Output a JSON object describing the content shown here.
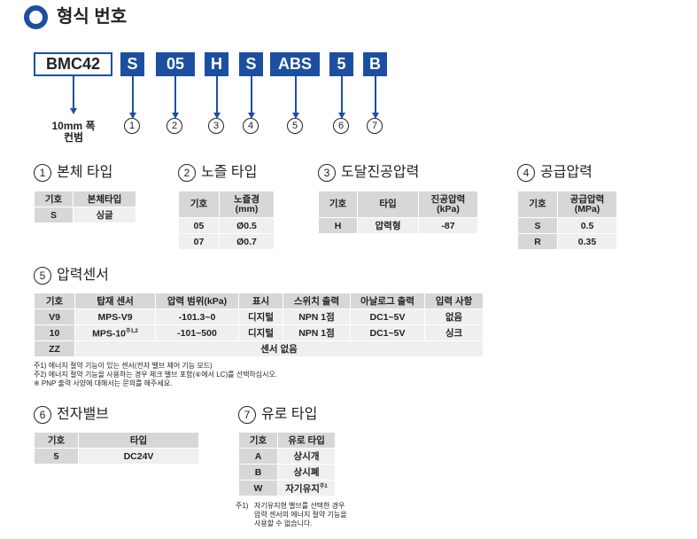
{
  "page_title": "형식 번호",
  "model_code": {
    "base": "BMC42",
    "parts": [
      "S",
      "05",
      "H",
      "S",
      "ABS",
      "5",
      "B"
    ],
    "numbers": [
      "1",
      "2",
      "3",
      "4",
      "5",
      "6",
      "7"
    ],
    "base_caption_line1": "10mm 폭",
    "base_caption_line2": "컨범"
  },
  "sec1": {
    "num": "1",
    "title": "본체 타입",
    "headers": [
      "기호",
      "본체타입"
    ],
    "rows": [
      [
        "S",
        "싱글"
      ]
    ]
  },
  "sec2": {
    "num": "2",
    "title": "노즐 타입",
    "headers": [
      "기호",
      "노즐경",
      "(mm)"
    ],
    "rows": [
      [
        "05",
        "Ø0.5"
      ],
      [
        "07",
        "Ø0.7"
      ]
    ]
  },
  "sec3": {
    "num": "3",
    "title": "도달진공압력",
    "headers": [
      "기호",
      "타입",
      "진공압력",
      "(kPa)"
    ],
    "rows": [
      [
        "H",
        "압력형",
        "-87"
      ]
    ]
  },
  "sec4": {
    "num": "4",
    "title": "공급압력",
    "headers": [
      "기호",
      "공급압력",
      "(MPa)"
    ],
    "rows": [
      [
        "S",
        "0.5"
      ],
      [
        "R",
        "0.35"
      ]
    ]
  },
  "sec5": {
    "num": "5",
    "title": "압력센서",
    "headers": [
      "기호",
      "탑재 센서",
      "압력 범위(kPa)",
      "표시",
      "스위치 출력",
      "아날로그 출력",
      "입력 사항"
    ],
    "rows": [
      [
        "V9",
        "MPS-V9",
        "-101.3~0",
        "디지털",
        "NPN 1점",
        "DC1~5V",
        "없음"
      ],
      [
        "10",
        "MPS-10",
        "-101~500",
        "디지털",
        "NPN 1점",
        "DC1~5V",
        "싱크"
      ]
    ],
    "row2_sup": "주1,2",
    "zz_key": "ZZ",
    "zz_value": "센서 없음",
    "notes": [
      "주1) 에너지 절약 기능이 있는 센서(전자 밸브 제어 기능 모드)",
      "주2) 에너지 절약 기능을 사용하는 경우 체크 밸브 포함(⑥에서 LC)를 선택하십시오.",
      "※ PNP 출력 사양에 대해서는 문의를 해주세요."
    ]
  },
  "sec6": {
    "num": "6",
    "title": "전자밸브",
    "headers": [
      "기호",
      "타입"
    ],
    "rows": [
      [
        "5",
        "DC24V"
      ]
    ]
  },
  "sec7": {
    "num": "7",
    "title": "유로 타입",
    "headers": [
      "기호",
      "유로 타입"
    ],
    "rows": [
      [
        "A",
        "상시개"
      ],
      [
        "B",
        "상시폐"
      ],
      [
        "W",
        "자기유지"
      ]
    ],
    "w_sup": "주1",
    "note_prefix": "주1)",
    "note_lines": [
      "자기유지형 밸브를 선택한 경우",
      "압력 센서의 에너지 절약 기능을",
      "사용할 수 없습니다."
    ]
  },
  "colors": {
    "accent": "#1d4fa0",
    "header_gray": "#d7d7d7",
    "cell_gray": "#efefef"
  }
}
